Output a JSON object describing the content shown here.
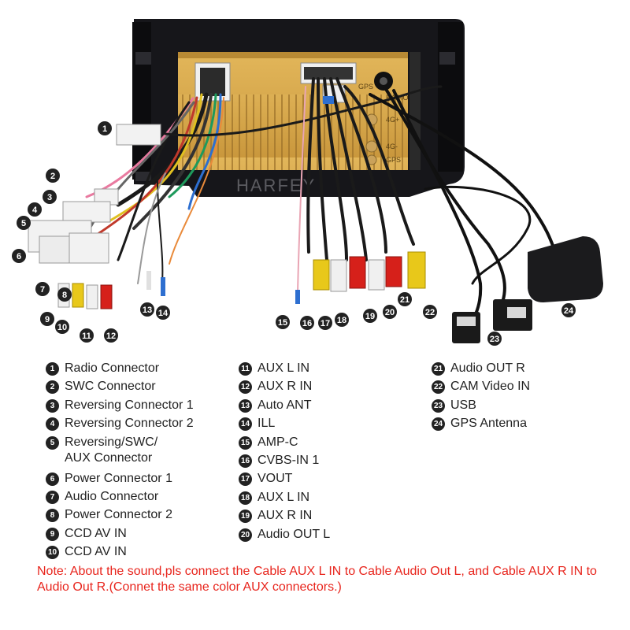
{
  "brand_watermark": "HARFEY",
  "unit_labels": {
    "radio": "RADIO",
    "four_g_1": "4G+",
    "four_g_2": "4G-",
    "gps": "GPS",
    "gps_short": "GPS"
  },
  "callout_numbers": [
    "1",
    "2",
    "3",
    "4",
    "5",
    "6",
    "7",
    "8",
    "9",
    "10",
    "11",
    "12",
    "13",
    "14",
    "15",
    "16",
    "17",
    "18",
    "19",
    "20",
    "21",
    "22",
    "23",
    "24"
  ],
  "legend": {
    "column_1": [
      {
        "num": "1",
        "label": "Radio Connector"
      },
      {
        "num": "2",
        "label": "SWC Connector"
      },
      {
        "num": "3",
        "label": "Reversing Connector 1"
      },
      {
        "num": "4",
        "label": "Reversing Connector 2"
      },
      {
        "num": "5",
        "label": "Reversing/SWC/\nAUX Connector"
      },
      {
        "num": "6",
        "label": "Power Connector 1"
      },
      {
        "num": "7",
        "label": "Audio Connector"
      },
      {
        "num": "8",
        "label": "Power Connector 2"
      },
      {
        "num": "9",
        "label": "CCD AV IN"
      },
      {
        "num": "10",
        "label": "CCD AV IN"
      }
    ],
    "column_2": [
      {
        "num": "11",
        "label": "AUX L IN"
      },
      {
        "num": "12",
        "label": "AUX R IN"
      },
      {
        "num": "13",
        "label": "Auto ANT"
      },
      {
        "num": "14",
        "label": "ILL"
      },
      {
        "num": "15",
        "label": "AMP-C"
      },
      {
        "num": "16",
        "label": "CVBS-IN 1"
      },
      {
        "num": "17",
        "label": "VOUT"
      },
      {
        "num": "18",
        "label": "AUX L IN"
      },
      {
        "num": "19",
        "label": "AUX R IN"
      },
      {
        "num": "20",
        "label": "Audio OUT L"
      }
    ],
    "column_3": [
      {
        "num": "21",
        "label": "Audio OUT R"
      },
      {
        "num": "22",
        "label": "CAM Video IN"
      },
      {
        "num": "23",
        "label": "USB"
      },
      {
        "num": "24",
        "label": "GPS Antenna"
      }
    ]
  },
  "note": "Note: About the sound,pls connect the Cable AUX L IN to Cable Audio Out L, and Cable AUX R IN to  Audio Out R.(Connet the same color AUX connectors.)",
  "colors": {
    "note": "#e8251d",
    "badge": "#222222",
    "panel": "#d8a84a",
    "bezel": "#16161a",
    "cable": "#1a1a1a"
  }
}
